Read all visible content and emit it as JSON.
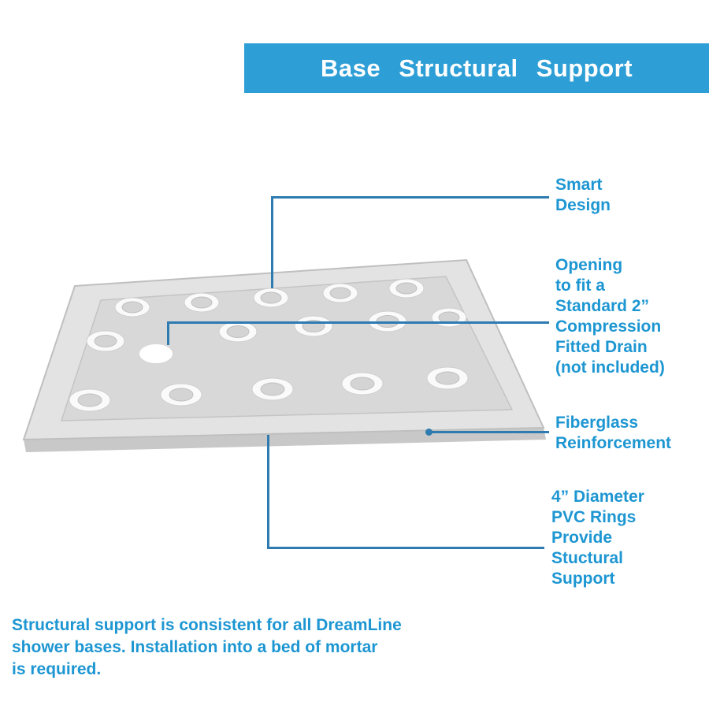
{
  "title": "Base Structural Support",
  "colors": {
    "banner": "#2e9fd6",
    "text": "#1d96d2",
    "line": "#2d7bb0"
  },
  "callouts": [
    {
      "id": "smart-design",
      "label": "Smart\nDesign"
    },
    {
      "id": "drain-opening",
      "label": "Opening\nto fit a\nStandard 2”\nCompression\nFitted Drain\n(not included)"
    },
    {
      "id": "fiberglass-reinforcement",
      "label": "Fiberglass\nReinforcement"
    },
    {
      "id": "pvc-rings",
      "label": "4” Diameter\nPVC Rings\nProvide\nStuctural\nSupport"
    }
  ],
  "footnote": "Structural support is consistent for all DreamLine\nshower bases. Installation into a bed of mortar\nis required."
}
